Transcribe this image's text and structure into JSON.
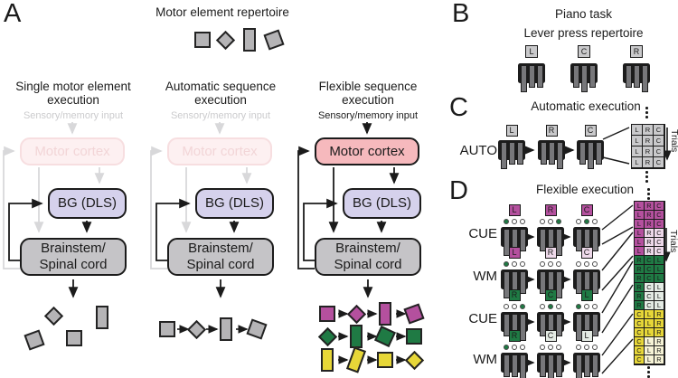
{
  "colors": {
    "ink": "#1b1b1b",
    "fade": "#d8d8da",
    "shape_gray": "#b5b4b6",
    "cortex_pink": "#f6b9bd",
    "bg_lavender": "#d5d1ec",
    "brainstem_gray": "#c5c4c7",
    "magenta": "#b4509e",
    "magenta_pale": "#eed9ea",
    "green": "#1f7a44",
    "green_pale": "#e4ebe4",
    "yellow": "#e7d738",
    "yellow_pale": "#f6f3d6",
    "gray_cell": "#c9c9cb",
    "cue_green": "#1f7a44"
  },
  "panelA": {
    "label": "A",
    "repertoire_title": "Motor element repertoire",
    "repertoire_shapes": [
      {
        "t": "square"
      },
      {
        "t": "diamond"
      },
      {
        "t": "vrect"
      },
      {
        "t": "square",
        "rot": -20
      }
    ],
    "columns": [
      {
        "title_line1": "Single motor element",
        "title_line2": "execution",
        "input_label": "Sensory/memory input",
        "cortex_label": "Motor cortex",
        "bg_label": "BG (DLS)",
        "brainstem_line1": "Brainstem/",
        "brainstem_line2": "Spinal cord",
        "cortex_active": false
      },
      {
        "title_line1": "Automatic sequence",
        "title_line2": "execution",
        "input_label": "Sensory/memory input",
        "cortex_label": "Motor cortex",
        "bg_label": "BG (DLS)",
        "brainstem_line1": "Brainstem/",
        "brainstem_line2": "Spinal cord",
        "cortex_active": false
      },
      {
        "title_line1": "Flexible sequence",
        "title_line2": "execution",
        "input_label": "Sensory/memory input",
        "cortex_label": "Motor cortex",
        "bg_label": "BG (DLS)",
        "brainstem_line1": "Brainstem/",
        "brainstem_line2": "Spinal cord",
        "cortex_active": true
      }
    ],
    "output_single": {
      "shapes": [
        {
          "t": "diamond"
        },
        {
          "t": "square",
          "rot": -20
        },
        {
          "t": "square"
        },
        {
          "t": "vrect"
        }
      ]
    },
    "output_automatic": {
      "shapes": [
        {
          "t": "square"
        },
        {
          "t": "diamond"
        },
        {
          "t": "vrect"
        },
        {
          "t": "square",
          "rot": 20
        }
      ]
    },
    "output_flexible": [
      {
        "color_key": "magenta",
        "shapes": [
          {
            "t": "square"
          },
          {
            "t": "diamond"
          },
          {
            "t": "vrect"
          },
          {
            "t": "square",
            "rot": -20
          }
        ]
      },
      {
        "color_key": "green",
        "shapes": [
          {
            "t": "diamond"
          },
          {
            "t": "vrect"
          },
          {
            "t": "square",
            "rot": 25
          },
          {
            "t": "square"
          }
        ]
      },
      {
        "color_key": "yellow",
        "shapes": [
          {
            "t": "vrect"
          },
          {
            "t": "vrect",
            "rot": 20
          },
          {
            "t": "square"
          },
          {
            "t": "diamond"
          }
        ]
      }
    ]
  },
  "panelB": {
    "label": "B",
    "title": "Piano task",
    "subtitle": "Lever press repertoire",
    "levers": [
      {
        "label": "L",
        "pressed": "left"
      },
      {
        "label": "C",
        "pressed": "center"
      },
      {
        "label": "R",
        "pressed": "right"
      }
    ]
  },
  "panelC": {
    "label": "C",
    "title": "Automatic execution",
    "auto_label": "AUTO",
    "presses": [
      {
        "label": "L",
        "pressed": "left"
      },
      {
        "label": "R",
        "pressed": "right"
      },
      {
        "label": "C",
        "pressed": "center"
      }
    ],
    "grid_rows": [
      {
        "letters": [
          "L",
          "R",
          "C"
        ],
        "fills": [
          "gray_cell",
          "gray_cell",
          "gray_cell"
        ]
      },
      {
        "letters": [
          "L",
          "R",
          "C"
        ],
        "fills": [
          "gray_cell",
          "gray_cell",
          "gray_cell"
        ]
      },
      {
        "letters": [
          "L",
          "R",
          "C"
        ],
        "fills": [
          "gray_cell",
          "gray_cell",
          "gray_cell"
        ]
      },
      {
        "letters": [
          "L",
          "R",
          "C"
        ],
        "fills": [
          "gray_cell",
          "gray_cell",
          "gray_cell"
        ]
      }
    ],
    "trials_label": "Trials"
  },
  "panelD": {
    "label": "D",
    "title": "Flexible execution",
    "blocks": [
      {
        "label": "CUE",
        "presses": [
          {
            "label": "L",
            "box": "magenta",
            "cue": "left"
          },
          {
            "label": "R",
            "box": "magenta",
            "cue": "right"
          },
          {
            "label": "C",
            "box": "magenta",
            "cue": "center"
          }
        ]
      },
      {
        "label": "WM",
        "presses": [
          {
            "label": "L",
            "box": "magenta",
            "cue": "left"
          },
          {
            "label": "R",
            "box": "magenta_pale",
            "cue": "none"
          },
          {
            "label": "C",
            "box": "magenta_pale",
            "cue": "none"
          }
        ]
      },
      {
        "label": "CUE",
        "presses": [
          {
            "label": "R",
            "box": "green",
            "cue": "right"
          },
          {
            "label": "C",
            "box": "green",
            "cue": "center"
          },
          {
            "label": "L",
            "box": "green",
            "cue": "left"
          }
        ]
      },
      {
        "label": "WM",
        "presses": [
          {
            "label": "R",
            "box": "green",
            "cue": "left"
          },
          {
            "label": "C",
            "box": "green_pale",
            "cue": "none"
          },
          {
            "label": "L",
            "box": "green_pale",
            "cue": "none"
          }
        ]
      }
    ],
    "grid_rows": [
      {
        "letters": [
          "L",
          "R",
          "C"
        ],
        "fills": [
          "magenta",
          "magenta",
          "magenta"
        ]
      },
      {
        "letters": [
          "L",
          "R",
          "C"
        ],
        "fills": [
          "magenta",
          "magenta",
          "magenta"
        ]
      },
      {
        "letters": [
          "L",
          "R",
          "C"
        ],
        "fills": [
          "magenta",
          "magenta",
          "magenta"
        ]
      },
      {
        "letters": [
          "L",
          "R",
          "C"
        ],
        "fills": [
          "magenta",
          "magenta_pale",
          "magenta_pale"
        ]
      },
      {
        "letters": [
          "L",
          "R",
          "C"
        ],
        "fills": [
          "magenta",
          "magenta_pale",
          "magenta_pale"
        ]
      },
      {
        "letters": [
          "L",
          "R",
          "C"
        ],
        "fills": [
          "magenta",
          "magenta_pale",
          "magenta_pale"
        ]
      },
      {
        "letters": [
          "R",
          "C",
          "L"
        ],
        "fills": [
          "green",
          "green",
          "green"
        ]
      },
      {
        "letters": [
          "R",
          "C",
          "L"
        ],
        "fills": [
          "green",
          "green",
          "green"
        ]
      },
      {
        "letters": [
          "R",
          "C",
          "L"
        ],
        "fills": [
          "green",
          "green",
          "green"
        ]
      },
      {
        "letters": [
          "R",
          "C",
          "L"
        ],
        "fills": [
          "green",
          "green_pale",
          "green_pale"
        ]
      },
      {
        "letters": [
          "R",
          "C",
          "L"
        ],
        "fills": [
          "green",
          "green_pale",
          "green_pale"
        ]
      },
      {
        "letters": [
          "R",
          "C",
          "L"
        ],
        "fills": [
          "green",
          "green_pale",
          "green_pale"
        ]
      },
      {
        "letters": [
          "C",
          "L",
          "R"
        ],
        "fills": [
          "yellow",
          "yellow",
          "yellow"
        ]
      },
      {
        "letters": [
          "C",
          "L",
          "R"
        ],
        "fills": [
          "yellow",
          "yellow",
          "yellow"
        ]
      },
      {
        "letters": [
          "C",
          "L",
          "R"
        ],
        "fills": [
          "yellow",
          "yellow",
          "yellow"
        ]
      },
      {
        "letters": [
          "C",
          "L",
          "R"
        ],
        "fills": [
          "yellow",
          "yellow_pale",
          "yellow_pale"
        ]
      },
      {
        "letters": [
          "C",
          "L",
          "R"
        ],
        "fills": [
          "yellow",
          "yellow_pale",
          "yellow_pale"
        ]
      },
      {
        "letters": [
          "C",
          "L",
          "R"
        ],
        "fills": [
          "yellow",
          "yellow_pale",
          "yellow_pale"
        ]
      }
    ],
    "trials_label": "Trials"
  }
}
